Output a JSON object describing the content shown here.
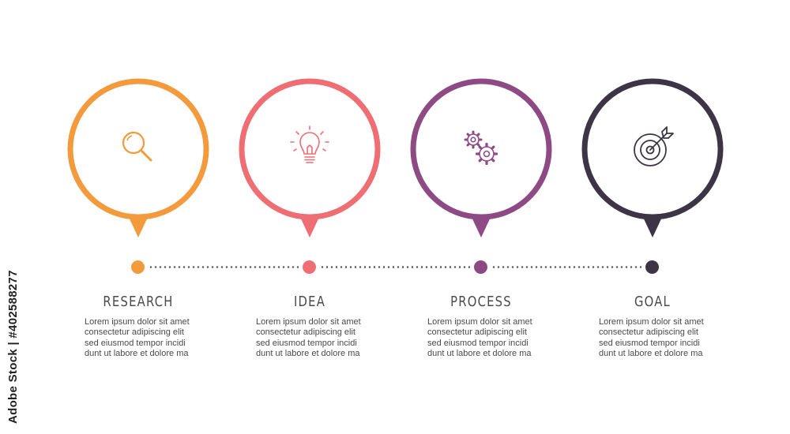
{
  "steps": [
    {
      "title": "RESEARCH",
      "icon": "magnifier-icon",
      "color": "#F39A3D",
      "text": "Lorem ipsum dolor sit amet\nconsectetur adipiscing elit\nsed eiusmod tempor incidi\ndunt ut labore et dolore ma"
    },
    {
      "title": "IDEA",
      "icon": "lightbulb-icon",
      "color": "#EE6E73",
      "text": "Lorem ipsum dolor sit amet\nconsectetur adipiscing elit\nsed eiusmod tempor incidi\ndunt ut labore et dolore ma"
    },
    {
      "title": "PROCESS",
      "icon": "gears-icon",
      "color": "#8E4A85",
      "text": "Lorem ipsum dolor sit amet\nconsectetur adipiscing elit\nsed eiusmod tempor incidi\ndunt ut labore et dolore ma"
    },
    {
      "title": "GOAL",
      "icon": "target-icon",
      "color": "#3D3445",
      "text": "Lorem ipsum dolor sit amet\nconsectetur adipiscing elit\nsed eiusmod tempor incidi\ndunt ut labore et dolore ma"
    }
  ],
  "watermark": "Adobe Stock | #402588277"
}
